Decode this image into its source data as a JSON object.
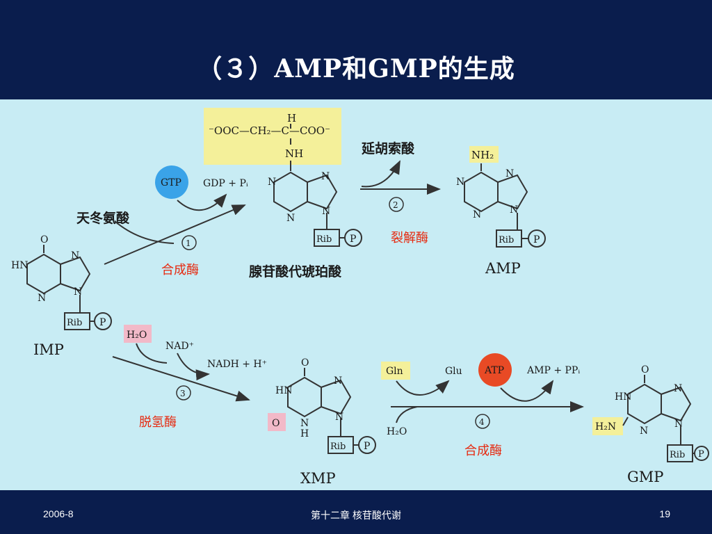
{
  "slide": {
    "title": "（３）AMP和GMP的生成",
    "footer_left": "2006-8",
    "footer_center": "第十二章 核苷酸代谢",
    "footer_right": "19"
  },
  "colors": {
    "background": "#0a1d4d",
    "figure_bg": "#c8ecf4",
    "enzyme_text": "#e62a10",
    "highlight_yellow": "#f4f09a",
    "highlight_pink": "#f2b9c8",
    "gtp_blue": "#3aa3e8",
    "atp_red": "#e84a25"
  },
  "figure": {
    "aspartate_formula": "⁻OOC—CH₂—C—COO⁻",
    "h_label": "H",
    "nh_label": "NH",
    "gtp": "GTP",
    "gdp_pi": "GDP + Pᵢ",
    "aspartate": "天冬氨酸",
    "step1": "①",
    "synthase1": "合成酶",
    "adenylosuccinate": "腺苷酸代琥珀酸",
    "fumarate": "延胡索酸",
    "step2": "②",
    "lyase": "裂解酶",
    "amp": "AMP",
    "nh2": "NH₂",
    "imp": "IMP",
    "h2o": "H₂O",
    "nad": "NAD⁺",
    "nadh": "NADH + H⁺",
    "step3": "③",
    "dehydrogenase": "脱氢酶",
    "xmp": "XMP",
    "gln": "Gln",
    "glu": "Glu",
    "atp": "ATP",
    "amp_ppi": "AMP + PPᵢ",
    "h2o_2": "H₂O",
    "step4": "④",
    "synthase2": "合成酶",
    "h2n": "H₂N",
    "gmp": "GMP",
    "rib": "Rib",
    "p": "P",
    "atom_n": "N",
    "atom_o": "O",
    "atom_h": "H",
    "atom_hn": "HN"
  }
}
